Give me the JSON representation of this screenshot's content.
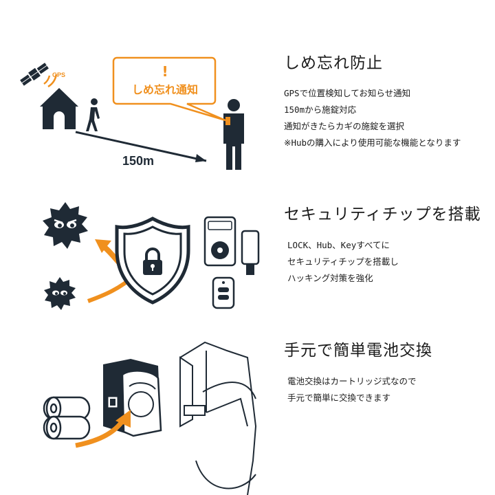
{
  "sections": [
    {
      "title": "しめ忘れ防止",
      "lines": [
        "GPSで位置検知してお知らせ通知",
        "150mから施錠対応",
        "通知がきたらカギの施錠を選択",
        "※Hubの購入により使用可能な機能となります"
      ],
      "illustration": {
        "gps_label": "GPS",
        "bubble_text": "しめ忘れ通知",
        "bubble_mark": "!",
        "distance_label": "150m"
      }
    },
    {
      "title": "セキュリティチップを搭載",
      "lines": [
        "LOCK、Hub、Keyすべてに",
        "セキュリティチップを搭載し",
        "ハッキング対策を強化"
      ]
    },
    {
      "title": "手元で簡単電池交換",
      "lines": [
        "電池交換はカートリッジ式なので",
        "手元で簡単に交換できます"
      ]
    }
  ],
  "colors": {
    "accent": "#f0901e",
    "dark": "#1f2a35",
    "text": "#1b1b1b"
  }
}
